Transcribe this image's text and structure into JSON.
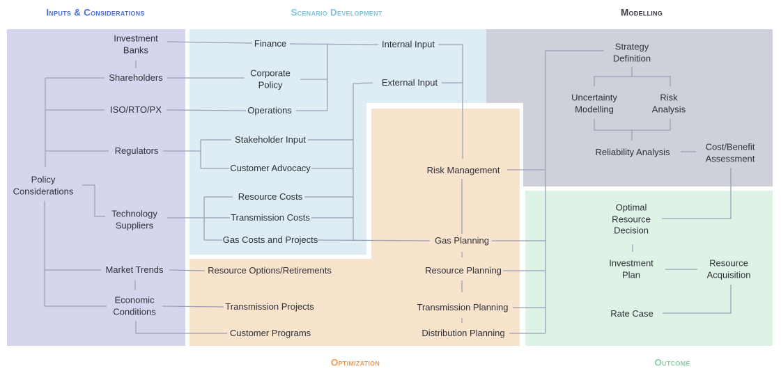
{
  "line_color": "#9aa0b6",
  "sections": {
    "inputs": {
      "title": "Inputs & Considerations",
      "title_color": "#4a6fd8",
      "bg": "#d5d6ee"
    },
    "scenario": {
      "title": "Scenario Development",
      "title_color": "#82c3d9",
      "bg": "#deedf4"
    },
    "modelling": {
      "title": "Modelling",
      "title_color": "#3a3a44",
      "bg": "#cfd1da"
    },
    "optimization": {
      "title": "Optimization",
      "title_color": "#ee9c55",
      "bg": "#f8e3cd",
      "border": "#ffffff"
    },
    "outcome": {
      "title": "Outcome",
      "title_color": "#83d5a1",
      "bg": "#dff2e6"
    }
  },
  "nodes": {
    "investment_banks": "Investment\nBanks",
    "shareholders": "Shareholders",
    "iso_rto_px": "ISO/RTO/PX",
    "regulators": "Regulators",
    "policy_considerations": "Policy\nConsiderations",
    "technology_suppliers": "Technology\nSuppliers",
    "market_trends": "Market Trends",
    "economic_conditions": "Economic\nConditions",
    "finance": "Finance",
    "corporate_policy": "Corporate\nPolicy",
    "operations": "Operations",
    "stakeholder_input": "Stakeholder Input",
    "customer_advocacy": "Customer Advocacy",
    "resource_costs": "Resource Costs",
    "transmission_costs": "Transmission Costs",
    "gas_costs_and_projects": "Gas Costs and Projects",
    "internal_input": "Internal Input",
    "external_input": "External Input",
    "risk_management": "Risk Management",
    "gas_planning": "Gas Planning",
    "resource_planning": "Resource Planning",
    "transmission_planning": "Transmission Planning",
    "distribution_planning": "Distribution Planning",
    "resource_options_retirements": "Resource Options/Retirements",
    "transmission_projects": "Transmission Projects",
    "customer_programs": "Customer Programs",
    "strategy_definition": "Strategy\nDefinition",
    "uncertainty_modelling": "Uncertainty\nModelling",
    "risk_analysis": "Risk\nAnalysis",
    "reliability_analysis": "Reliability Analysis",
    "cost_benefit_assessment": "Cost/Benefit\nAssessment",
    "optimal_resource_decision": "Optimal\nResource\nDecision",
    "investment_plan": "Investment\nPlan",
    "resource_acquisition": "Resource\nAcquisition",
    "rate_case": "Rate Case"
  },
  "edges": [
    [
      [
        195,
        87
      ],
      [
        195,
        98
      ]
    ],
    [
      [
        65,
        112
      ],
      [
        65,
        240
      ]
    ],
    [
      [
        65,
        112
      ],
      [
        150,
        112
      ]
    ],
    [
      [
        65,
        158
      ],
      [
        150,
        158
      ]
    ],
    [
      [
        65,
        217
      ],
      [
        156,
        217
      ]
    ],
    [
      [
        118,
        266
      ],
      [
        136,
        266
      ],
      [
        136,
        311
      ],
      [
        151,
        311
      ]
    ],
    [
      [
        64,
        289
      ],
      [
        64,
        440
      ]
    ],
    [
      [
        64,
        388
      ],
      [
        145,
        388
      ]
    ],
    [
      [
        64,
        440
      ],
      [
        153,
        440
      ]
    ],
    [
      [
        194,
        403
      ],
      [
        194,
        417
      ]
    ],
    [
      [
        195,
        461
      ],
      [
        195,
        479
      ],
      [
        326,
        479
      ]
    ],
    [
      [
        240,
        60
      ],
      [
        362,
        62
      ]
    ],
    [
      [
        240,
        112
      ],
      [
        351,
        112
      ]
    ],
    [
      [
        239,
        158
      ],
      [
        353,
        159
      ]
    ],
    [
      [
        234,
        217
      ],
      [
        288,
        217
      ]
    ],
    [
      [
        288,
        201
      ],
      [
        288,
        242
      ]
    ],
    [
      [
        288,
        201
      ],
      [
        332,
        201
      ]
    ],
    [
      [
        288,
        242
      ],
      [
        329,
        242
      ]
    ],
    [
      [
        240,
        313
      ],
      [
        330,
        313
      ]
    ],
    [
      [
        293,
        283
      ],
      [
        293,
        345
      ]
    ],
    [
      [
        293,
        283
      ],
      [
        334,
        283
      ]
    ],
    [
      [
        293,
        345
      ],
      [
        319,
        345
      ]
    ],
    [
      [
        416,
        63
      ],
      [
        543,
        64
      ]
    ],
    [
      [
        470,
        63
      ],
      [
        470,
        159
      ]
    ],
    [
      [
        431,
        114
      ],
      [
        470,
        114
      ]
    ],
    [
      [
        425,
        159
      ],
      [
        470,
        159
      ]
    ],
    [
      [
        507,
        120
      ],
      [
        507,
        345
      ]
    ],
    [
      [
        507,
        120
      ],
      [
        535,
        119
      ]
    ],
    [
      [
        442,
        201
      ],
      [
        507,
        201
      ]
    ],
    [
      [
        447,
        242
      ],
      [
        507,
        242
      ]
    ],
    [
      [
        437,
        283
      ],
      [
        507,
        283
      ]
    ],
    [
      [
        447,
        313
      ],
      [
        507,
        313
      ]
    ],
    [
      [
        455,
        345
      ],
      [
        617,
        346
      ]
    ],
    [
      [
        629,
        64
      ],
      [
        664,
        64
      ]
    ],
    [
      [
        664,
        64
      ],
      [
        664,
        228
      ]
    ],
    [
      [
        634,
        119
      ],
      [
        664,
        119
      ]
    ],
    [
      [
        663,
        257
      ],
      [
        663,
        336
      ]
    ],
    [
      [
        663,
        362
      ],
      [
        663,
        370
      ]
    ],
    [
      [
        663,
        403
      ],
      [
        663,
        420
      ]
    ],
    [
      [
        663,
        457
      ],
      [
        663,
        464
      ]
    ],
    [
      [
        243,
        388
      ],
      [
        294,
        389
      ]
    ],
    [
      [
        233,
        440
      ],
      [
        321,
        441
      ]
    ],
    [
      [
        728,
        244
      ],
      [
        783,
        244
      ]
    ],
    [
      [
        706,
        346
      ],
      [
        783,
        346
      ]
    ],
    [
      [
        722,
        389
      ],
      [
        783,
        389
      ]
    ],
    [
      [
        736,
        442
      ],
      [
        783,
        442
      ]
    ],
    [
      [
        731,
        479
      ],
      [
        783,
        479
      ]
    ],
    [
      [
        783,
        73
      ],
      [
        783,
        479
      ]
    ],
    [
      [
        783,
        73
      ],
      [
        867,
        73
      ]
    ],
    [
      [
        907,
        96
      ],
      [
        907,
        110
      ]
    ],
    [
      [
        853,
        124
      ],
      [
        853,
        110
      ],
      [
        962,
        110
      ],
      [
        962,
        124
      ]
    ],
    [
      [
        853,
        171
      ],
      [
        853,
        187
      ],
      [
        962,
        187
      ],
      [
        962,
        171
      ]
    ],
    [
      [
        907,
        187
      ],
      [
        907,
        202
      ]
    ],
    [
      [
        977,
        218
      ],
      [
        999,
        218
      ]
    ],
    [
      [
        1049,
        241
      ],
      [
        1049,
        314
      ],
      [
        950,
        314
      ]
    ],
    [
      [
        908,
        351
      ],
      [
        908,
        362
      ]
    ],
    [
      [
        955,
        387
      ],
      [
        1001,
        387
      ]
    ],
    [
      [
        1049,
        409
      ],
      [
        1049,
        450
      ],
      [
        951,
        450
      ]
    ]
  ]
}
